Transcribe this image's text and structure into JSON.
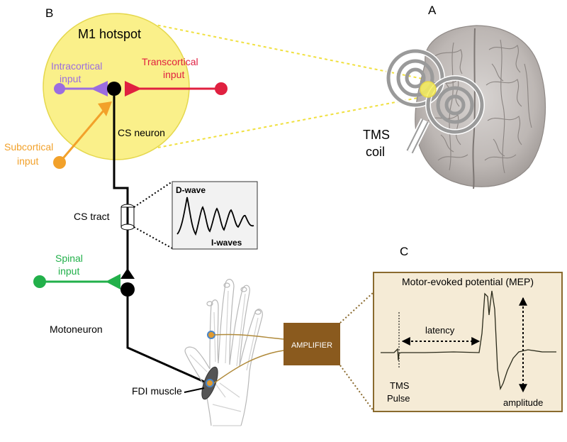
{
  "panels": {
    "a": "A",
    "b": "B",
    "c": "C"
  },
  "hotspot": {
    "title": "M1 hotspot",
    "intracortical": [
      "Intracortical",
      "input"
    ],
    "transcortical": [
      "Transcortical",
      "input"
    ],
    "subcortical": [
      "Subcortical",
      "input"
    ],
    "cs_neuron": "CS neuron"
  },
  "tract": {
    "label": "CS tract",
    "d_wave": "D-wave",
    "i_waves": "I-waves"
  },
  "spinal": {
    "input": [
      "Spinal",
      "input"
    ],
    "motoneuron": "Motoneuron"
  },
  "muscle": {
    "label": "FDI muscle"
  },
  "amplifier": {
    "label": "AMPLIFIER"
  },
  "tms": {
    "coil": [
      "TMS",
      "coil"
    ]
  },
  "mep": {
    "title": "Motor-evoked potential (MEP)",
    "latency": "latency",
    "pulse": [
      "TMS",
      "Pulse"
    ],
    "amplitude": "amplitude"
  },
  "colors": {
    "hotspot_fill": "#faf08a",
    "intracortical": "#9b6de0",
    "transcortical": "#e02040",
    "subcortical": "#f2a12a",
    "spinal": "#22b04a",
    "amplifier": "#8a5a1e",
    "mep_panel": "#f5ebd6",
    "mep_border": "#8a6a2e"
  }
}
